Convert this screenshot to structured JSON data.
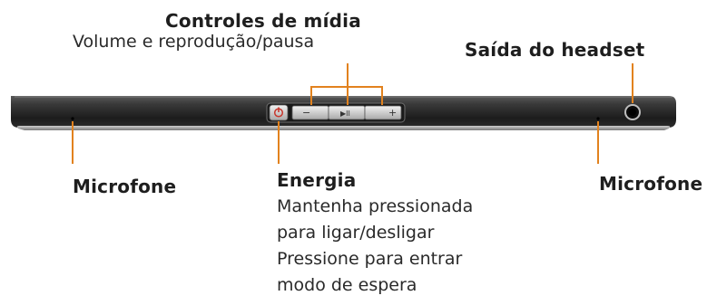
{
  "labels": {
    "media": {
      "title": "Controles de mídia",
      "desc": "Volume e reprodução/pausa"
    },
    "headset": {
      "title": "Saída do headset"
    },
    "mic_left": {
      "title": "Microfone"
    },
    "mic_right": {
      "title": "Microfone"
    },
    "power": {
      "title": "Energia",
      "desc_lines": [
        "Mantenha pressionada",
        "para ligar/desligar",
        "Pressione para entrar",
        "modo de espera"
      ]
    }
  },
  "buttons": {
    "volume_down": "−",
    "play_pause": "▶II",
    "volume_up": "+"
  },
  "colors": {
    "leader_line": "#e2821e",
    "device_body": "#2a2a2a",
    "power_icon": "#c8372d"
  }
}
